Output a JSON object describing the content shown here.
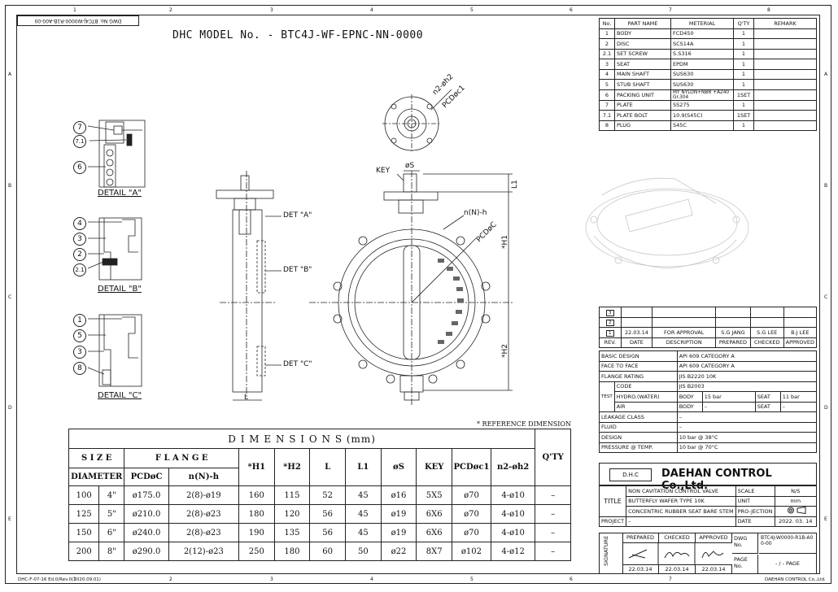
{
  "header": {
    "dwg_no_box": "DWG No. BTC4J-W0000-R1B-A00-00",
    "model_title": "DHC MODEL No. - BTC4J-WF-EPNC-NN-0000"
  },
  "zones": {
    "top": [
      "1",
      "2",
      "3",
      "4",
      "5",
      "6",
      "7",
      "8"
    ],
    "side": [
      "A",
      "B",
      "C",
      "D",
      "E"
    ]
  },
  "parts_table": {
    "headers": [
      "No.",
      "PART NAME",
      "METERIAL",
      "Q'TY",
      "REMARK"
    ],
    "rows": [
      [
        "1",
        "BODY",
        "FCD450",
        "1",
        ""
      ],
      [
        "2",
        "DISC",
        "SCS14A",
        "1",
        ""
      ],
      [
        "2.1",
        "SET SCREW",
        "S.S316",
        "1",
        ""
      ],
      [
        "3",
        "SEAT",
        "EPDM",
        "1",
        ""
      ],
      [
        "4",
        "MAIN SHAFT",
        "SUS630",
        "1",
        ""
      ],
      [
        "5",
        "STUB SHAFT",
        "SUS630",
        "1",
        ""
      ],
      [
        "6",
        "PACKING UNIT",
        "MY NYLON+NBR +A240 Gr.304",
        "1SET",
        ""
      ],
      [
        "7",
        "PLATE",
        "SS275",
        "1",
        ""
      ],
      [
        "7.1",
        "PLATE BOLT",
        "10.9(S45C)",
        "1SET",
        ""
      ],
      [
        "8",
        "PLUG",
        "S45C",
        "1",
        ""
      ]
    ]
  },
  "details": {
    "a": {
      "title": "DETAIL \"A\"",
      "callouts": [
        "7",
        "7.1",
        "6"
      ]
    },
    "b": {
      "title": "DETAIL \"B\"",
      "callouts": [
        "4",
        "3",
        "2",
        "2.1"
      ]
    },
    "c": {
      "title": "DETAIL \"C\"",
      "callouts": [
        "1",
        "5",
        "3",
        "8"
      ]
    }
  },
  "side_view_labels": {
    "det_a": "DET \"A\"",
    "det_b": "DET \"B\"",
    "det_c": "DET \"C\"",
    "l": "L"
  },
  "front_view_labels": {
    "key": "KEY",
    "phi_s": "øS",
    "nnh": "n(N)-h",
    "pcdc": "PCDøC",
    "h1": "*H1",
    "h2": "*H2",
    "l1": "L1",
    "n2h2": "n2-øh2",
    "pcdc1": "PCDøc1"
  },
  "reference_note": "* REFERENCE DIMENSION",
  "dimensions": {
    "title": "D I M E N S I O N S (mm)",
    "size_label": "S I Z E",
    "flange_label": "F L A N G E",
    "diameter_label": "DIAMETER",
    "pcd_label": "PCDøC",
    "nnh_label": "n(N)-h",
    "cols": [
      "*H1",
      "*H2",
      "L",
      "L1",
      "øS",
      "KEY",
      "PCDøc1",
      "n2-øh2",
      "Q'TY"
    ],
    "rows": [
      [
        "100",
        "4\"",
        "ø175.0",
        "2(8)-ø19",
        "160",
        "115",
        "52",
        "45",
        "ø16",
        "5X5",
        "ø70",
        "4-ø10",
        "–"
      ],
      [
        "125",
        "5\"",
        "ø210.0",
        "2(8)-ø23",
        "180",
        "120",
        "56",
        "45",
        "ø19",
        "6X6",
        "ø70",
        "4-ø10",
        "–"
      ],
      [
        "150",
        "6\"",
        "ø240.0",
        "2(8)-ø23",
        "190",
        "135",
        "56",
        "45",
        "ø19",
        "6X6",
        "ø70",
        "4-ø10",
        "–"
      ],
      [
        "200",
        "8\"",
        "ø290.0",
        "2(12)-ø23",
        "250",
        "180",
        "60",
        "50",
        "ø22",
        "8X7",
        "ø102",
        "4-ø12",
        "–"
      ]
    ]
  },
  "revision": {
    "rows": [
      {
        "rev": "3",
        "date": "",
        "desc": "",
        "prep": "",
        "chk": "",
        "appr": ""
      },
      {
        "rev": "2",
        "date": "",
        "desc": "",
        "prep": "",
        "chk": "",
        "appr": ""
      },
      {
        "rev": "1",
        "date": "22.03.14",
        "desc": "FOR APPROVAL",
        "prep": "S.G JANG",
        "chk": "S.G LEE",
        "appr": "B.J LEE"
      }
    ],
    "headers": [
      "REV.",
      "DATE",
      "DESCRIPTION",
      "PREPARED",
      "CHECKED",
      "APPROVED"
    ]
  },
  "specs": {
    "basic_design": [
      "BASIC DESIGN",
      "API 609 CATEGORY A"
    ],
    "face_to_face": [
      "FACE TO FACE",
      "API 609 CATEGORY A"
    ],
    "flange_rating": [
      "FLANGE RATING",
      "JIS B2220 10K"
    ],
    "test_label": "TEST",
    "code": [
      "CODE",
      "JIS B2003"
    ],
    "hydro": [
      "HYDRO.(WATER)",
      "BODY",
      "15 bar",
      "SEAT",
      "11 bar"
    ],
    "air": [
      "AIR",
      "BODY",
      "–",
      "SEAT",
      "–"
    ],
    "leakage": [
      "LEAKAGE CLASS",
      "–"
    ],
    "fluid": [
      "FLUID",
      "–"
    ],
    "design_label": "DESIGN",
    "design_val": "10 bar @ 38°C",
    "pressure_label": "PRESSURE @ TEMP.",
    "pressure_val": "10 bar @ 70°C"
  },
  "company": {
    "logo": "D.H.C",
    "name": "DAEHAN CONTROL Co.,Ltd."
  },
  "title_block": {
    "title_label": "TITLE",
    "lines": [
      "NON CAVITATION CONTROL VALVE",
      "BUTTERFLY WAFER TYPE 10K",
      "CONCENTRIC RUBBER SEAT BARE STEM"
    ],
    "scale_label": "SCALE",
    "scale_val": "N/S",
    "unit_label": "UNIT",
    "unit_val": "mm",
    "proj_label": "PRO-JECTION",
    "project_label": "PROJECT",
    "project_val": "–",
    "date_label": "DATE",
    "date_val": "2022. 03. 14",
    "sig_label": "SIGNATURE",
    "sig_heads": [
      "PREPARED",
      "CHECKED",
      "APPROVED"
    ],
    "sig_dates": [
      "22.03.14",
      "22.03.14",
      "22.03.14"
    ],
    "dwg_label": "DWG No.",
    "dwg_val": "BTC4J-W0000-R1B-A00-00",
    "page_label": "PAGE No.",
    "page_val": "- / - PAGE"
  },
  "footer": {
    "left": "DHC-F-07-16 Ed.0/Rev.0(2020.09.01)",
    "right": "DAEHAN CONTROL Co.,Ltd."
  }
}
